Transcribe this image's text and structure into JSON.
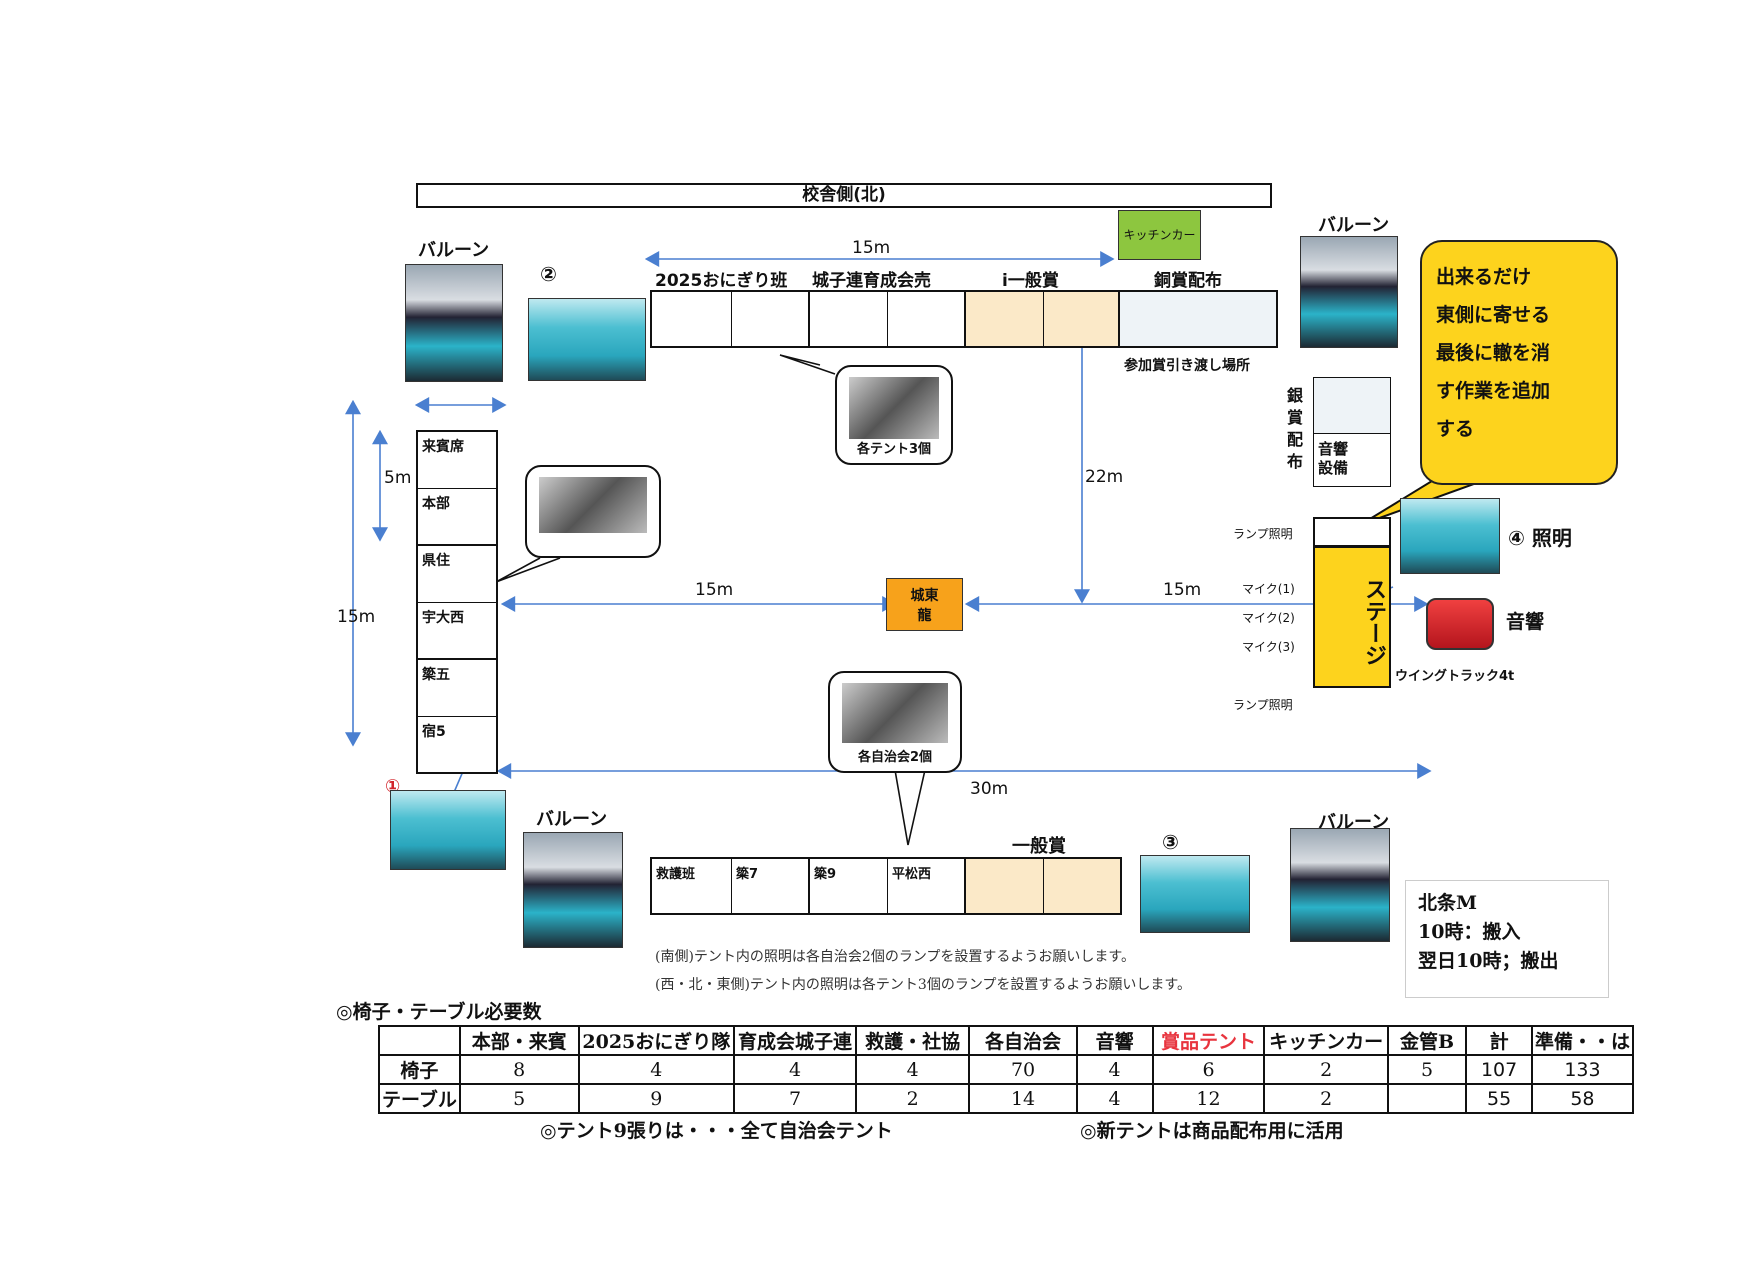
{
  "header": {
    "building_label": "校舎側(北)"
  },
  "kitchen_car": {
    "label": "キッチンカー",
    "color": "#8dc63f"
  },
  "balloons": {
    "label": "バルーン"
  },
  "generators": {
    "g1": "①",
    "g2": "②",
    "g3": "③",
    "g4": "④ 照明"
  },
  "north_row": {
    "dim": "15m",
    "labels": [
      "2025おにぎり班",
      "城子連育成会売",
      "i一般賞",
      "銅賞配布"
    ],
    "sub_label": "参加賞引き渡し場所",
    "tent_color": "#fbe9c8",
    "bronze_color": "#eef3f7"
  },
  "bubbles": {
    "north": "各テント3個",
    "west": "",
    "south": "各自治会2個"
  },
  "west_column": {
    "dim_width": "",
    "dim_5m": "5m",
    "dim_15m": "15m",
    "cells": [
      "来賓席",
      "本部",
      "県住",
      "宇大西",
      "簗五",
      "宿5"
    ]
  },
  "center": {
    "label": "城東\n龍",
    "color": "#f7a21b",
    "dim_left": "15m",
    "dim_right": "15m",
    "dim_22m": "22m",
    "dim_30m": "30m"
  },
  "east": {
    "silver_label": "銀\n賞\n配\n布",
    "sound_box": "音響\n設備",
    "lamp_top": "ランプ照明",
    "lamp_bottom": "ランプ照明",
    "mics": [
      "マイク(1)",
      "マイク(2)",
      "マイク(3)"
    ],
    "stage_label": "ステージ",
    "stage_color": "#fdd31d",
    "sound_label": "音響",
    "truck_label": "ウイングトラック4t"
  },
  "callout": {
    "lines": [
      "出来るだけ",
      "東側に寄せる",
      "最後に轍を消",
      "す作業を追加",
      "する"
    ],
    "color": "#fdd31d"
  },
  "south_row": {
    "label_general": "一般賞",
    "labels": [
      "救護班",
      "簗7",
      "簗9",
      "平松西"
    ]
  },
  "notes": [
    "(南側)テント内の照明は各自治会2個のランプを設置するようお願いします。",
    "(西・北・東側)テント内の照明は各テント3個のランプを設置するようお願いします。"
  ],
  "schedule": {
    "lines": [
      "北条M",
      "10時：搬入",
      "翌日10時；搬出"
    ]
  },
  "requirements": {
    "title": "◎椅子・テーブル必要数",
    "columns": [
      "",
      "本部・来賓",
      "2025おにぎり隊",
      "育成会城子連",
      "救護・社協",
      "各自治会",
      "音響",
      "賞品テント",
      "キッチンカー",
      "金管B",
      "計",
      "準備・・は"
    ],
    "highlight_color": "#e8343e",
    "rows": [
      {
        "label": "椅子",
        "values": [
          "8",
          "4",
          "4",
          "4",
          "70",
          "4",
          "6",
          "2",
          "5",
          "107",
          "133"
        ]
      },
      {
        "label": "テーブル",
        "values": [
          "5",
          "9",
          "7",
          "2",
          "14",
          "4",
          "12",
          "2",
          "",
          "55",
          "58"
        ]
      }
    ]
  },
  "footer": {
    "left": "◎テント9張りは・・・全て自治会テント",
    "right": "◎新テントは商品配布用に活用"
  }
}
